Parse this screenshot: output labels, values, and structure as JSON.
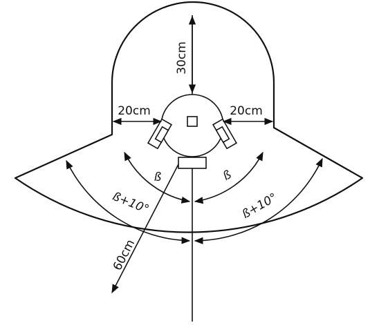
{
  "colors": {
    "line": "#111111",
    "background": "#ffffff"
  },
  "labels": {
    "top_distance": "30cm",
    "left_distance": "20cm",
    "right_distance": "20cm",
    "inner_angle_left": "ß",
    "inner_angle_right": "ß",
    "outer_angle_left": "ß+10°",
    "outer_angle_right": "ß+10°",
    "radius": "60cm"
  }
}
